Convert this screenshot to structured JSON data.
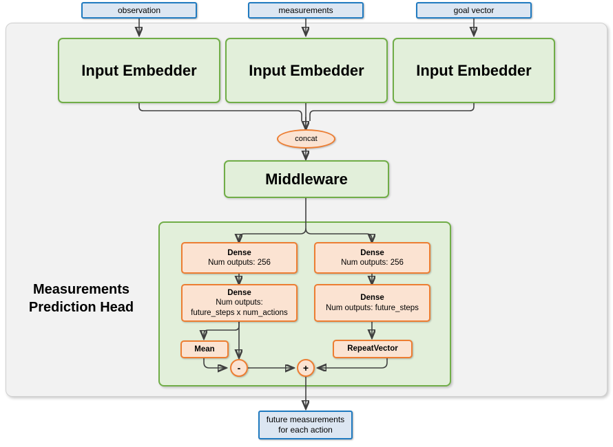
{
  "diagram": {
    "title": "Measurements Prediction Head",
    "inputs": [
      {
        "label": "observation"
      },
      {
        "label": "measurements"
      },
      {
        "label": "goal vector"
      }
    ],
    "embedders": [
      {
        "label": "Input Embedder"
      },
      {
        "label": "Input Embedder"
      },
      {
        "label": "Input Embedder"
      }
    ],
    "concat": {
      "label": "concat"
    },
    "middleware": {
      "label": "Middleware"
    },
    "head": {
      "label": "Measurements\nPrediction Head",
      "label_line1": "Measurements",
      "label_line2": "Prediction Head",
      "left_branch": {
        "dense1": {
          "title": "Dense",
          "detail": "Num outputs: 256"
        },
        "dense2": {
          "title": "Dense",
          "detail_line1": "Num outputs:",
          "detail_line2": "future_steps x num_actions"
        },
        "mean": {
          "label": "Mean"
        }
      },
      "right_branch": {
        "dense1": {
          "title": "Dense",
          "detail": "Num outputs: 256"
        },
        "dense2": {
          "title": "Dense",
          "detail": "Num outputs: future_steps"
        },
        "repeat_vector": {
          "label": "RepeatVector"
        }
      },
      "operators": [
        {
          "symbol": "-",
          "name": "subtract"
        },
        {
          "symbol": "+",
          "name": "add"
        }
      ]
    },
    "output": {
      "label_line1": "future measurements",
      "label_line2": "for each action"
    },
    "colors": {
      "io_fill": "#dce6f2",
      "io_border": "#1f7ac0",
      "module_fill": "#e2efda",
      "module_border": "#70ad47",
      "layer_fill": "#fbe3d2",
      "layer_border": "#ed7d31",
      "frame_fill": "#f2f2f2",
      "wire": "#404040"
    }
  }
}
